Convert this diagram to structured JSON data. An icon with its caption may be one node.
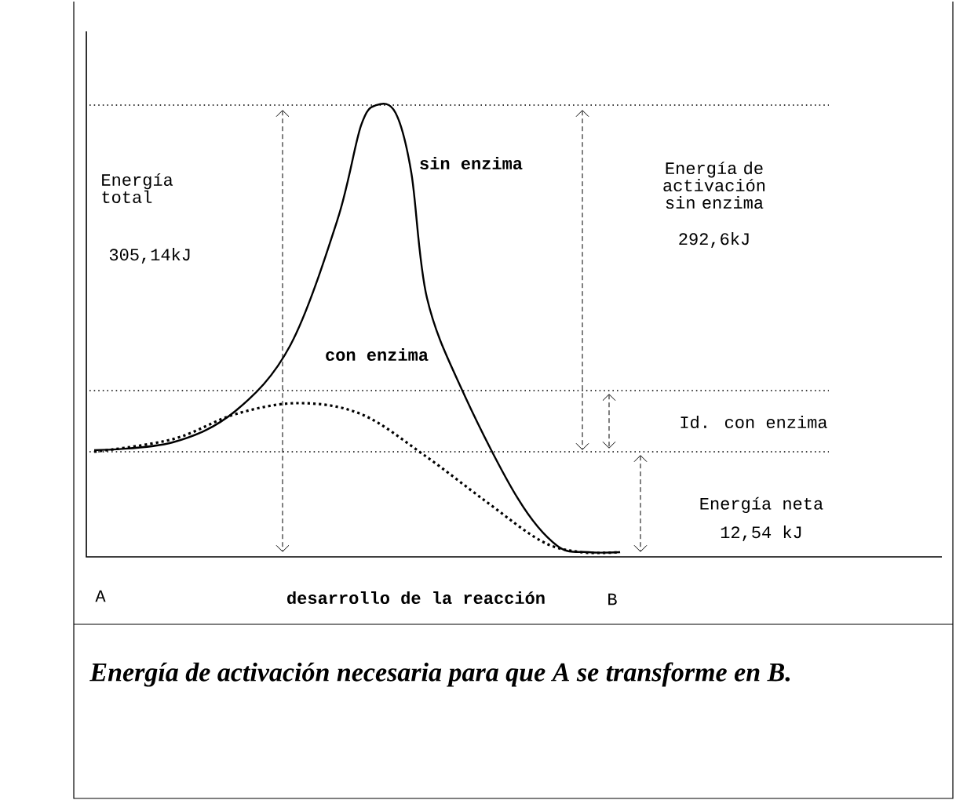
{
  "diagram": {
    "caption": "Energía de activación necesaria para que A se transforme en B.",
    "labels": [
      "Energía total",
      "305,14kJ",
      "sin enzima",
      "Energía de activación sin enzima",
      "292,6kJ",
      "con enzima",
      "Id. con enzima",
      "Energía neta",
      "12,54 kJ",
      "A",
      "desarrollo de la reacción",
      "B"
    ]
  }
}
